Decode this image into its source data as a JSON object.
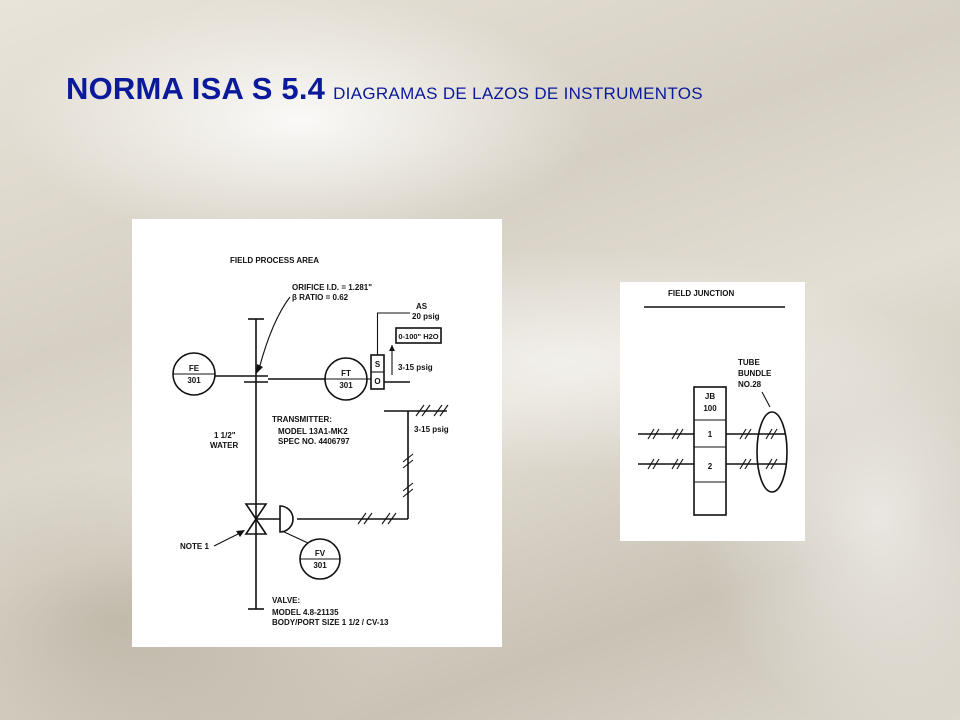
{
  "title": {
    "main": "NORMA ISA S 5.4",
    "sub": "DIAGRAMAS DE LAZOS DE INSTRUMENTOS"
  },
  "loop_diagram": {
    "area_label": "FIELD PROCESS AREA",
    "orifice_line1": "ORIFICE I.D. = 1.281\"",
    "orifice_line2": "β RATIO = 0.62",
    "fe": {
      "tag": "FE",
      "num": "301"
    },
    "ft": {
      "tag": "FT",
      "num": "301"
    },
    "fv": {
      "tag": "FV",
      "num": "301"
    },
    "as_label": "AS",
    "as_pressure": "20 psig",
    "range_box": "0-100\" H2O",
    "s_label": "S",
    "o_label": "O",
    "signal_1": "3-15 psig",
    "signal_2": "3-15 psig",
    "pipe_size": "1 1/2\"",
    "pipe_fluid": "WATER",
    "transmitter_title": "TRANSMITTER:",
    "transmitter_model": "MODEL 13A1-MK2",
    "transmitter_spec": "SPEC NO. 4406797",
    "note": "NOTE 1",
    "valve_title": "VALVE:",
    "valve_model": "MODEL 4.8-21135",
    "valve_body": "BODY/PORT SIZE 1 1/2 / CV-13"
  },
  "junction_diagram": {
    "title": "FIELD JUNCTION",
    "bundle_line1": "TUBE",
    "bundle_line2": "BUNDLE",
    "bundle_line3": "NO.28",
    "jb_tag": "JB",
    "jb_num": "100",
    "terminal_1": "1",
    "terminal_2": "2"
  }
}
